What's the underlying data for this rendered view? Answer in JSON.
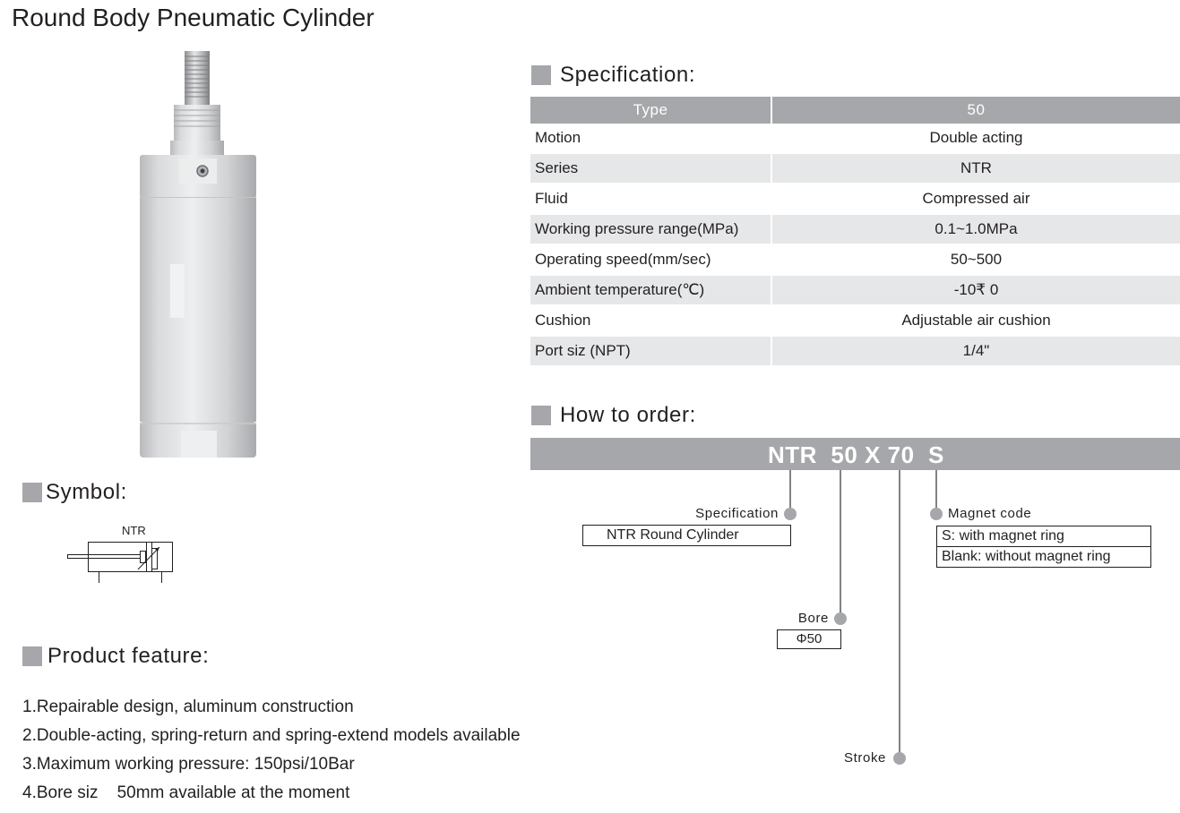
{
  "page_title": "Round Body Pneumatic Cylinder",
  "sections": {
    "specification": "Specification:",
    "how_to_order": "How to order:",
    "symbol": "Symbol:",
    "product_feature": "Product feature:"
  },
  "colors": {
    "header_gray": "#a6a7aa",
    "row_shade": "#e6e7e8",
    "line_gray": "#808285",
    "text": "#231f20"
  },
  "spec_table": {
    "header": {
      "label": "Type",
      "value": "50"
    },
    "rows": [
      {
        "label": "Motion",
        "value": "Double acting"
      },
      {
        "label": "Series",
        "value": "NTR"
      },
      {
        "label": "Fluid",
        "value": "Compressed air"
      },
      {
        "label": "Working pressure range(MPa)",
        "value": "0.1~1.0MPa"
      },
      {
        "label": "Operating speed(mm/sec)",
        "value": "50~500"
      },
      {
        "label": "Ambient temperature(℃)",
        "value": "-10₹ 0"
      },
      {
        "label": "Cushion",
        "value": "Adjustable air cushion"
      },
      {
        "label": "Port siz (NPT)",
        "value": "1/4\""
      }
    ]
  },
  "order": {
    "code": {
      "series": "NTR",
      "bore": "50",
      "x": "X",
      "stroke": "70",
      "magnet": "S"
    },
    "specification": {
      "label": "Specification",
      "options": [
        "NTR Round Cylinder"
      ]
    },
    "magnet_code": {
      "label": "Magnet code",
      "options": [
        "S: with magnet ring",
        "Blank: without magnet ring"
      ]
    },
    "bore": {
      "label": "Bore",
      "options": [
        "Φ50"
      ]
    },
    "stroke": {
      "label": "Stroke"
    }
  },
  "symbol": {
    "label": "NTR"
  },
  "features": [
    "1.Repairable design, aluminum construction",
    "2.Double-acting, spring-return and spring-extend models available",
    "3.Maximum working pressure: 150psi/10Bar",
    "4.Bore siz    50mm available at the moment"
  ]
}
